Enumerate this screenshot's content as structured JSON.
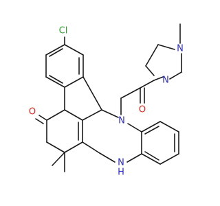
{
  "molecule": {
    "atom_labels": {
      "chlorine": "Cl",
      "carbonyl_oxygen_ring": "O",
      "carbonyl_oxygen_amide": "O",
      "ring_nitrogen": "N",
      "amine_nh": "N",
      "amine_h": "H",
      "piperazine_n_top": "N",
      "piperazine_n_amide": "N"
    },
    "colors": {
      "bond": "#1a1a1a",
      "carbon_text": "#1a1a1a",
      "nitrogen": "#2b2bcc",
      "oxygen": "#e0261b",
      "chlorine": "#2e9e2e"
    }
  }
}
